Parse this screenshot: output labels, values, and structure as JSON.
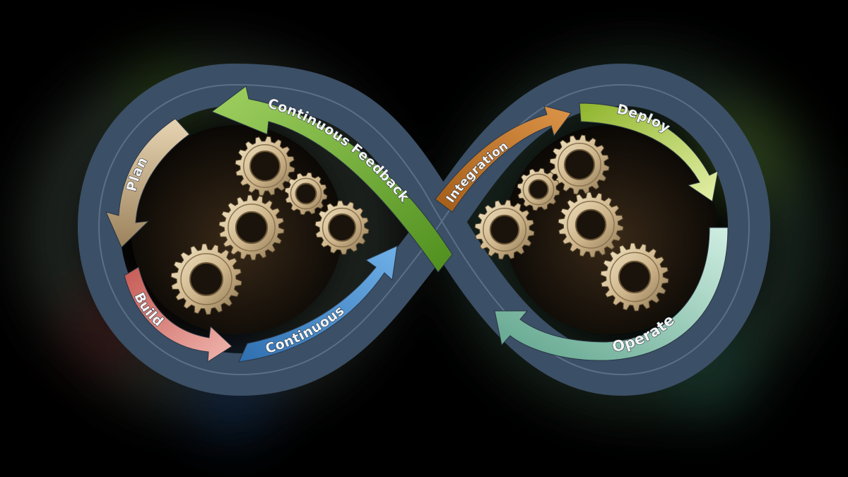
{
  "diagram": {
    "stages": [
      {
        "id": "plan",
        "label": "Plan",
        "color": "#c8b08a"
      },
      {
        "id": "build",
        "label": "Build",
        "color": "#d98a84"
      },
      {
        "id": "continuous",
        "label": "Continuous",
        "color": "#4b8fd0"
      },
      {
        "id": "integration",
        "label": "Integration",
        "color": "#c87a2a"
      },
      {
        "id": "deploy",
        "label": "Deploy",
        "color": "#a8c84a"
      },
      {
        "id": "operate",
        "label": "Operate",
        "color": "#7fc0a8"
      },
      {
        "id": "feedback",
        "label": "Continuous Feedback",
        "color": "#6aaa2c"
      }
    ],
    "loop_color": "#3a4d63",
    "gear_color": "#d6c29a"
  }
}
